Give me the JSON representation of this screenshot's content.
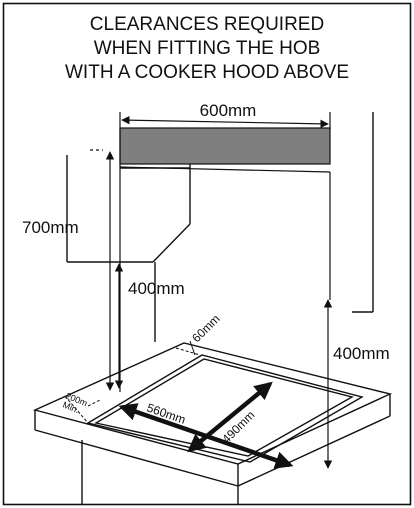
{
  "title": {
    "line1": "CLEARANCES REQUIRED",
    "line2": "WHEN FITTING THE HOB",
    "line3": "WITH A COOKER HOOD ABOVE"
  },
  "dimensions": {
    "hood_width": "600mm",
    "cabinet_height": "700mm",
    "cabinet_clearance": "400mm",
    "wall_clearance": "400mm",
    "rear_gap": "60mm",
    "side_min_value": "200m",
    "side_min_label": "Min.",
    "cutout_width": "560mm",
    "cutout_depth": "490mm"
  },
  "colors": {
    "line": "#111111",
    "hood_fill": "#7f7f7f",
    "background": "#ffffff"
  }
}
